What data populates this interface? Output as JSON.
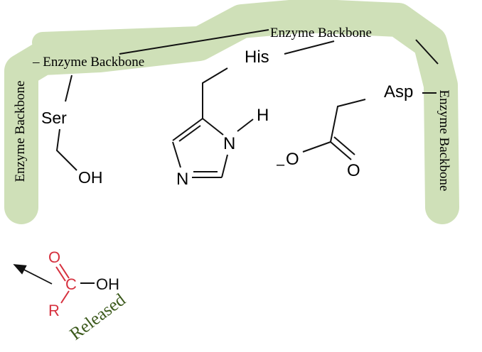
{
  "labels": {
    "backbone_top": "Enzyme Backbone",
    "backbone_top_left": "– Enzyme Backbone",
    "backbone_left": "Enzyme Backbone",
    "backbone_right": "Enzyme Backbone"
  },
  "residues": {
    "ser": "Ser",
    "ser_oh": "OH",
    "his": "His",
    "his_n1": "N",
    "his_n3": "N",
    "his_h": "H",
    "asp": "Asp",
    "asp_o_minus": "O",
    "asp_charge": "–",
    "asp_o_double": "O"
  },
  "product": {
    "o": "O",
    "c": "C",
    "oh": "OH",
    "r": "R",
    "released": "Released"
  },
  "colors": {
    "backbone": "#cfe0b8",
    "product": "#d6303e",
    "released": "#3c5a1c"
  }
}
